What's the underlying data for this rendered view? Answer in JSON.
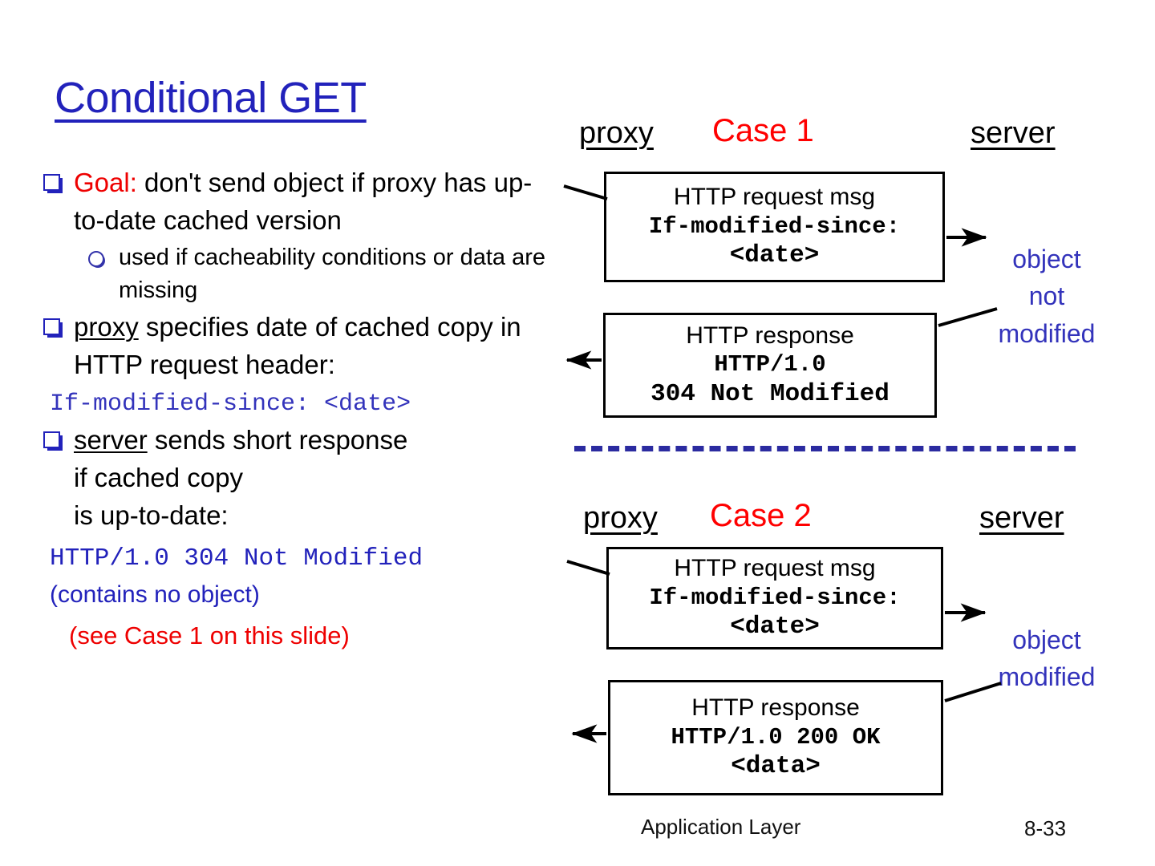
{
  "slide": {
    "title": "Conditional GET",
    "footer_title": "Application Layer",
    "footer_page": "8-33"
  },
  "colors": {
    "title_blue": "#2222BB",
    "accent_red": "#EE0000",
    "case_red": "#FF0000",
    "note_blue": "#3333BB",
    "divider_blue": "#2B2BA0",
    "text_black": "#000000"
  },
  "left": {
    "bullets": [
      {
        "marker": "square",
        "lead": "Goal:",
        "lead_color": "#EE0000",
        "text": " don't send object if proxy has up-to-date cached version"
      },
      {
        "marker": "circle",
        "text": "used if cacheability conditions or data are missing"
      },
      {
        "marker": "square",
        "underlined": "proxy",
        "text": " specifies date of cached copy in HTTP request header:"
      }
    ],
    "header_code": "If-modified-since: <date>",
    "bullet_server": {
      "marker": "square",
      "underlined": "server",
      "text": " sends short response",
      "line2": "if cached copy",
      "line3": "is up-to-date:"
    },
    "response_code": "HTTP/1.0 304 Not Modified",
    "response_note": "(contains no object)",
    "see_case_note": "(see Case 1 on this slide)"
  },
  "diagram": {
    "case1": {
      "case_label": "Case 1",
      "proxy_label": "proxy",
      "server_label": "server",
      "request_box": {
        "line1": "HTTP request msg",
        "line2": "If-modified-since:",
        "line3": "<date>"
      },
      "response_box": {
        "line1": "HTTP response",
        "line2": "HTTP/1.0",
        "line3": "304 Not Modified"
      },
      "side_note_lines": [
        "object",
        "not",
        "modified"
      ]
    },
    "case2": {
      "case_label": "Case 2",
      "proxy_label": "proxy",
      "server_label": "server",
      "request_box": {
        "line1": "HTTP request msg",
        "line2": "If-modified-since:",
        "line3": "<date>"
      },
      "response_box": {
        "line1": "HTTP response",
        "line2": "HTTP/1.0 200 OK",
        "line3": "<data>"
      },
      "side_note_lines": [
        "object",
        "modified"
      ]
    }
  }
}
